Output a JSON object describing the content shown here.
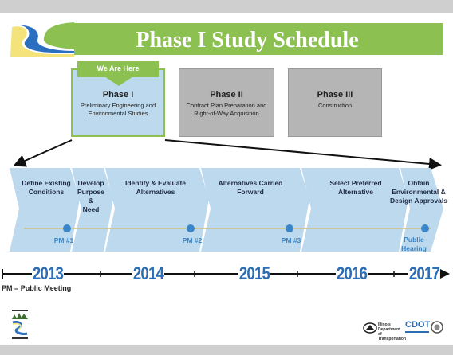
{
  "title": "Phase I Study Schedule",
  "we_are_here": "We Are Here",
  "phases": [
    {
      "name": "Phase I",
      "desc": [
        "Preliminary Engineering and",
        "Environmental Studies"
      ]
    },
    {
      "name": "Phase II",
      "desc": [
        "Contract Plan Preparation and",
        "Right-of-Way Acquisition"
      ]
    },
    {
      "name": "Phase III",
      "desc": [
        "Construction"
      ]
    }
  ],
  "steps": [
    {
      "lines": [
        "Define Existing",
        "Conditions"
      ]
    },
    {
      "lines": [
        "Develop",
        "Purpose",
        "&",
        "Need"
      ]
    },
    {
      "lines": [
        "Identify & Evaluate",
        "Alternatives"
      ]
    },
    {
      "lines": [
        "Alternatives Carried",
        "Forward"
      ]
    },
    {
      "lines": [
        "Select Preferred",
        "Alternative"
      ]
    },
    {
      "lines": [
        "Obtain",
        "Environmental &",
        "Design Approvals"
      ]
    }
  ],
  "meetings": [
    {
      "label": [
        "PM #1"
      ]
    },
    {
      "label": [
        "PM #2"
      ]
    },
    {
      "label": [
        "PM #3"
      ]
    },
    {
      "label": [
        "Public",
        "Hearing"
      ]
    }
  ],
  "years": [
    "2013",
    "2014",
    "2015",
    "2016",
    "2017"
  ],
  "pm_definition": "PM = Public Meeting",
  "footer": {
    "idot_text": [
      "Illinois Department",
      "of Transportation"
    ],
    "cdot_text": "CDOT"
  },
  "colors": {
    "banner_green": "#8cc152",
    "chevron_blue": "#bcd9ee",
    "phase_gray": "#b5b5b5",
    "milestone_blue": "#3b86c8",
    "year_blue": "#2d6db3",
    "milestone_line": "#c9c27a"
  },
  "icons": {
    "logo": "river-logo-icon",
    "left_logo": "project-logo-icon",
    "idot_logo": "idot-logo-icon",
    "cdot_logo": "cdot-logo-icon",
    "seal": "chicago-seal-icon"
  }
}
